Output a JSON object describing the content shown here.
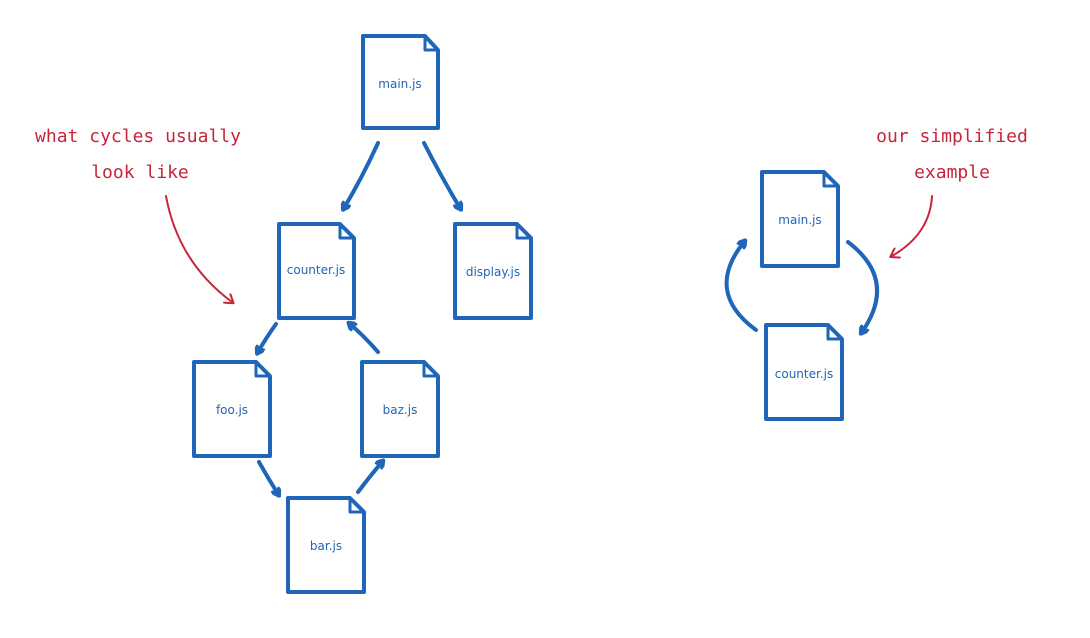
{
  "colors": {
    "file_stroke": "#1f66b8",
    "arrow_stroke": "#1f66b8",
    "annotation": "#c8243a",
    "background": "#ffffff"
  },
  "left_annotation": {
    "line1": "what cycles usually",
    "line2": "look like"
  },
  "right_annotation": {
    "line1": "our simplified",
    "line2": "example"
  },
  "left_diagram": {
    "files": {
      "main": "main.js",
      "counter": "counter.js",
      "display": "display.js",
      "foo": "foo.js",
      "baz": "baz.js",
      "bar": "bar.js"
    }
  },
  "right_diagram": {
    "files": {
      "main": "main.js",
      "counter": "counter.js"
    }
  },
  "icons": {
    "file": "file-icon",
    "arrow": "arrow-icon"
  }
}
